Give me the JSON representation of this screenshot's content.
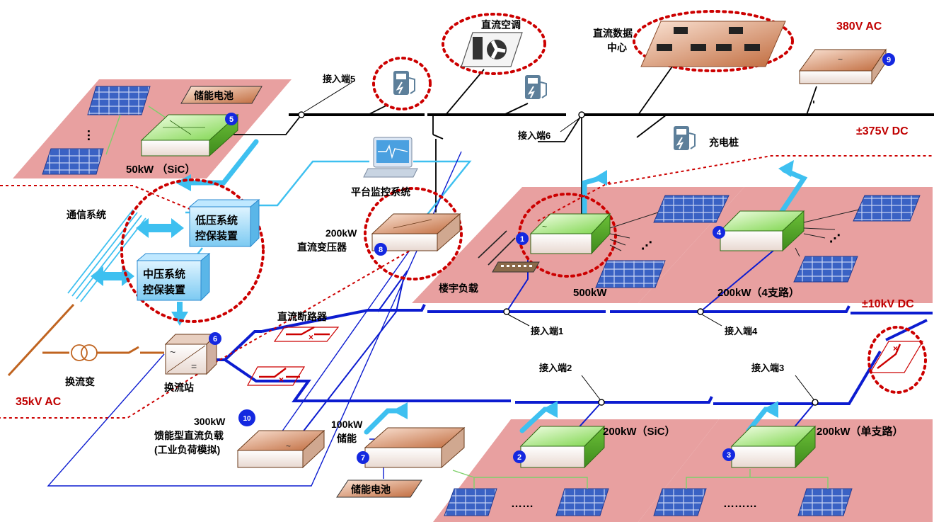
{
  "labels": {
    "dc375": "±375V DC",
    "dc10k": "±10kV DC",
    "ac380": "380V AC",
    "ac35k": "35kV AC",
    "port1": "接入端1",
    "port2": "接入端2",
    "port3": "接入端3",
    "port4": "接入端4",
    "port5": "接入端5",
    "port6": "接入端6",
    "dc_ac": "直流空调",
    "dc_datacenter_1": "直流数据",
    "dc_datacenter_2": "中心",
    "charging_pile": "充电桩",
    "battery_top": "储能电池",
    "battery_bottom": "储能电池",
    "pv_50k": "50kW （SiC）",
    "comm_system": "通信系统",
    "lv_protect_1": "低压系统",
    "lv_protect_2": "控保装置",
    "mv_protect_1": "中压系统",
    "mv_protect_2": "控保装置",
    "monitor": "平台监控系统",
    "dc_transformer_1": "200kW",
    "dc_transformer_2": "直流变压器",
    "building_load": "楼宇负载",
    "pv_500k": "500kW",
    "pv_200k_4": "200kW（4支路）",
    "dc_breaker": "直流断路器",
    "conv_transformer": "换流变",
    "conv_station": "换流站",
    "feed_load_1": "300kW",
    "feed_load_2": "馈能型直流负载",
    "feed_load_3": "(工业负荷模拟)",
    "storage_1": "100kW",
    "storage_2": "储能",
    "pv_200k_sic": "200kW（SiC）",
    "pv_200k_single": "200kW（单支路）",
    "dots_a": "……",
    "dots_b": "………"
  },
  "badges": {
    "b1": "1",
    "b2": "2",
    "b3": "3",
    "b4": "4",
    "b5": "5",
    "b6": "6",
    "b7": "7",
    "b8": "8",
    "b9": "9",
    "b10": "10"
  },
  "colors": {
    "dc_bus": "#0c1cd0",
    "dc_line_light": "#3ec0f0",
    "ac_line": "#c06420",
    "bus_black": "#000000",
    "highlight_red": "#cc0000",
    "platform_pink": "#e8a0a0",
    "converter_green": "#8ce060",
    "converter_brown": "#c87a50",
    "badge_blue": "#1428e0"
  }
}
